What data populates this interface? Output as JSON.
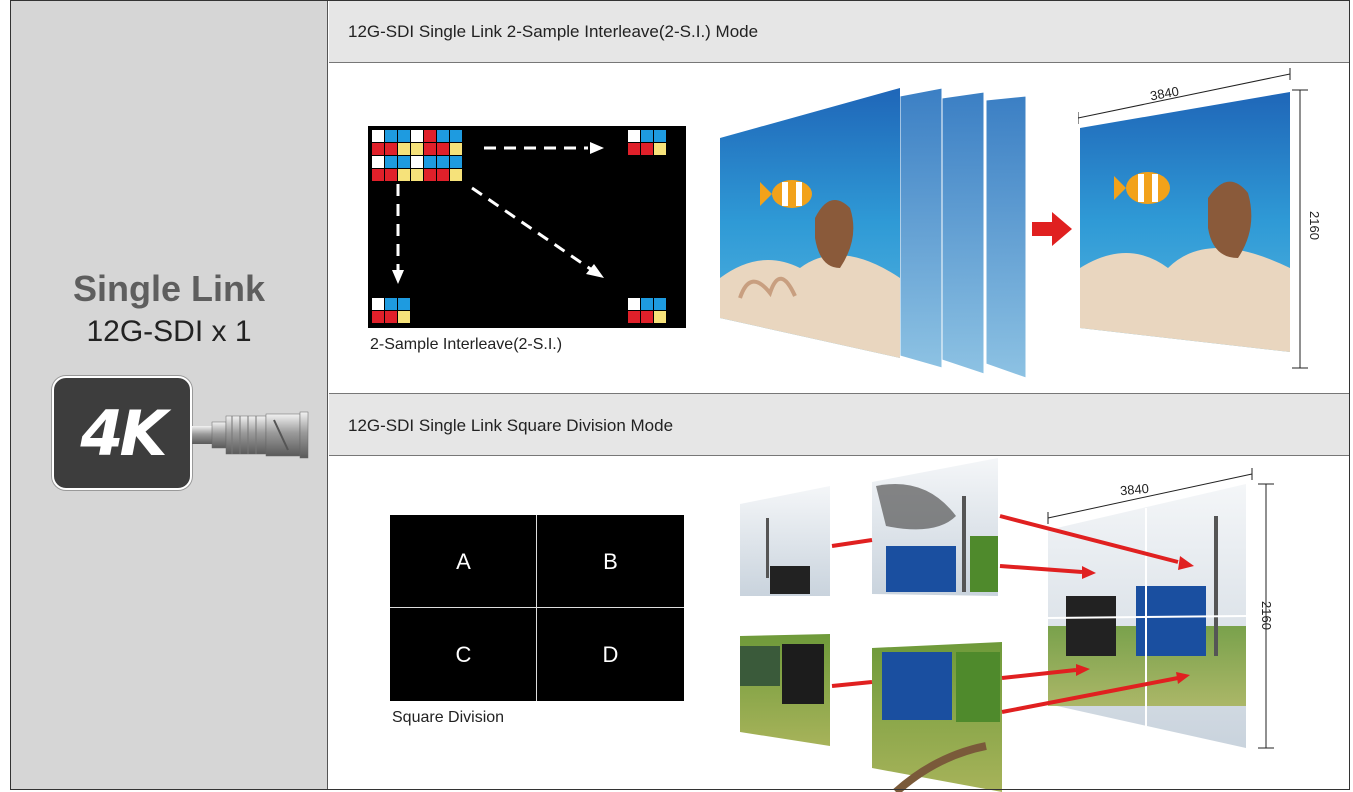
{
  "left_panel": {
    "title": "Single Link",
    "subtitle": "12G-SDI x 1",
    "badge": "4K"
  },
  "section1": {
    "header": "12G-SDI Single Link 2-Sample Interleave(2-S.I.) Mode",
    "caption": "2-Sample Interleave(2-S.I.)",
    "width_label": "3840",
    "height_label": "2160"
  },
  "section2": {
    "header": "12G-SDI Single Link Square Division Mode",
    "caption": "Square Division",
    "cells": [
      "A",
      "B",
      "C",
      "D"
    ],
    "width_label": "3840",
    "height_label": "2160"
  },
  "colors": {
    "left_panel_bg": "#d6d6d6",
    "header_bg": "#e6e6e6",
    "pixel_white": "#ffffff",
    "pixel_blue": "#1e9be0",
    "pixel_red": "#e0202a",
    "pixel_yellow": "#f6e27a",
    "arrow_red": "#e02020"
  }
}
